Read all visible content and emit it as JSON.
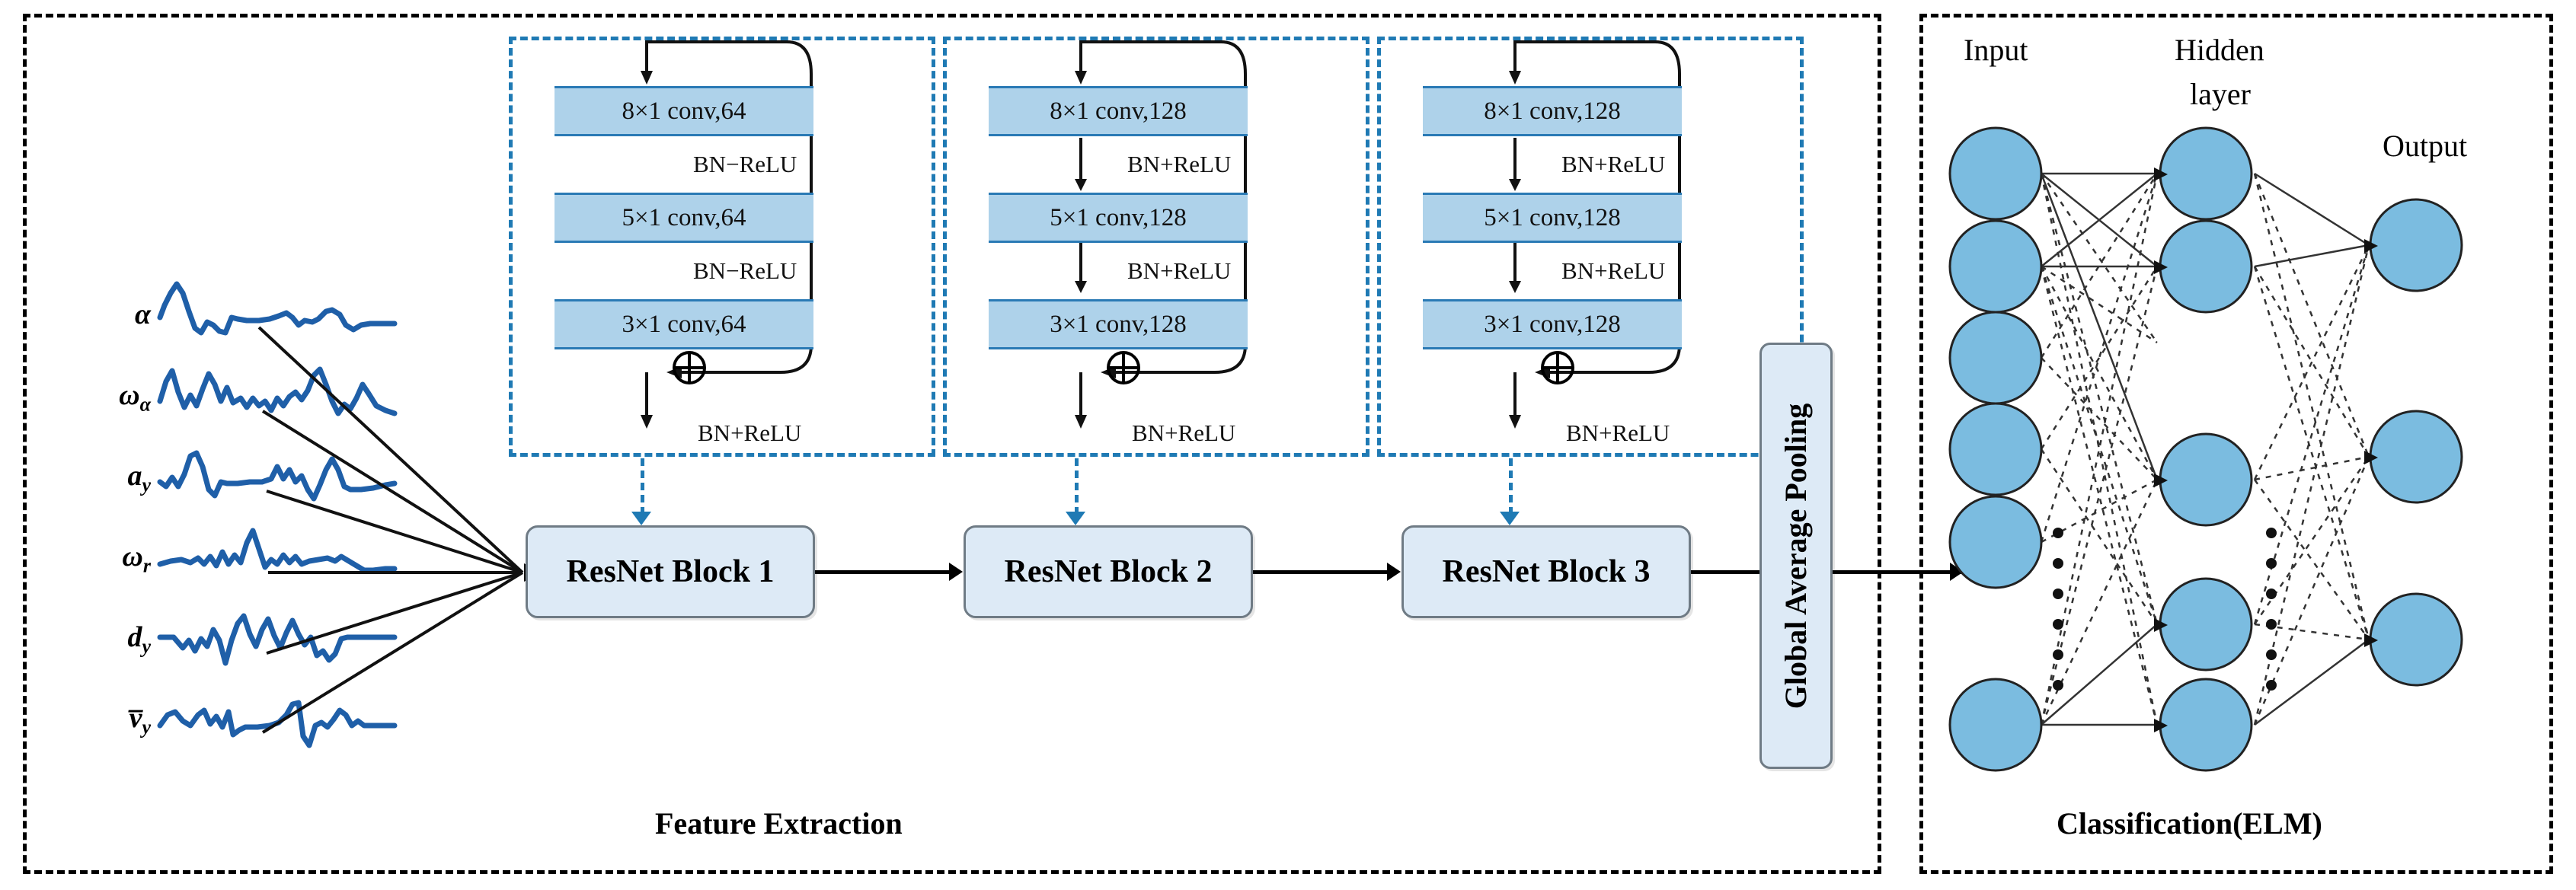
{
  "panels": {
    "feature": {
      "caption": "Feature Extraction"
    },
    "classification": {
      "caption": "Classification(ELM)"
    }
  },
  "inputs": {
    "signals": [
      {
        "label": "α",
        "sub": "",
        "name": "alpha"
      },
      {
        "label": "ω",
        "sub": "α",
        "name": "omega-alpha"
      },
      {
        "label": "a",
        "sub": "y",
        "name": "a-y"
      },
      {
        "label": "ω",
        "sub": "r",
        "name": "omega-r"
      },
      {
        "label": "d",
        "sub": "y",
        "name": "d-y"
      },
      {
        "label": "v̅",
        "sub": "y",
        "name": "v-bar-y"
      }
    ]
  },
  "resnet_blocks": [
    {
      "label": "ResNet Block 1"
    },
    {
      "label": "ResNet Block 2"
    },
    {
      "label": "ResNet Block 3"
    }
  ],
  "detail_blocks": [
    {
      "conv": [
        "8×1 conv,64",
        "5×1 conv,64",
        "3×1 conv,64"
      ],
      "bn": [
        "BN−ReLU",
        "BN−ReLU"
      ],
      "bn_out": "BN+ReLU"
    },
    {
      "conv": [
        "8×1 conv,128",
        "5×1 conv,128",
        "3×1 conv,128"
      ],
      "bn": [
        "BN+ReLU",
        "BN+ReLU"
      ],
      "bn_out": "BN+ReLU"
    },
    {
      "conv": [
        "8×1 conv,128",
        "5×1 conv,128",
        "3×1 conv,128"
      ],
      "bn": [
        "BN+ReLU",
        "BN+ReLU"
      ],
      "bn_out": "BN+ReLU"
    }
  ],
  "pooling": {
    "label": "Global Average Pooling"
  },
  "elm": {
    "input_label": "Input",
    "hidden_label_line1": "Hidden",
    "hidden_label_line2": "layer",
    "output_label": "Output",
    "input_nodes": 6,
    "hidden_nodes": 5,
    "output_nodes": 3,
    "ellipsis_dots": 6
  },
  "colors": {
    "conv_fill": "#aed2ea",
    "conv_border": "#2a7ab5",
    "block_dashed": "#1f7ab4",
    "panel_dashed": "#000000",
    "resnet_fill": "#ddeaf6",
    "node_fill": "#7bbce0",
    "signal_line": "#1f5fa8"
  }
}
